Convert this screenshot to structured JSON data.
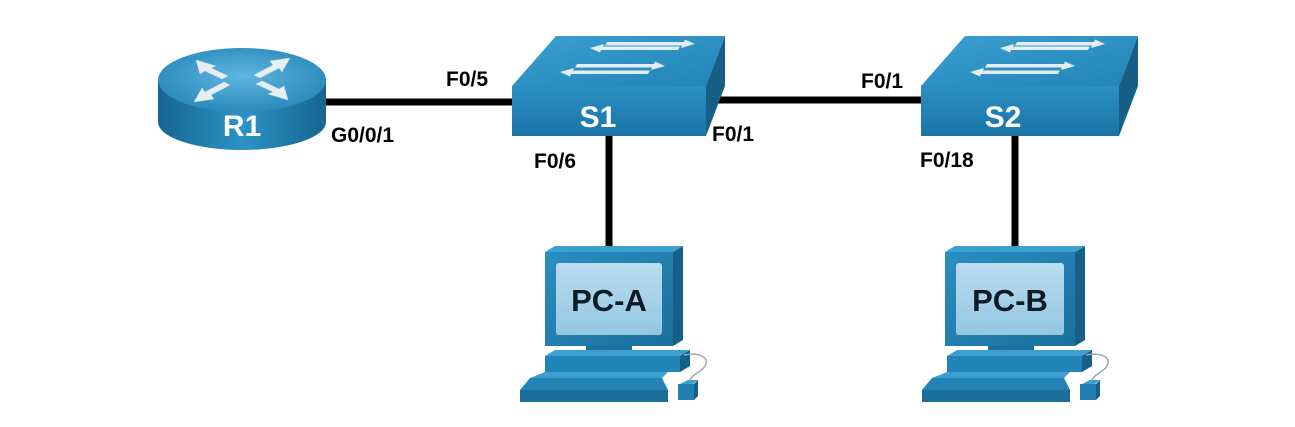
{
  "devices": {
    "r1": {
      "label": "R1"
    },
    "s1": {
      "label": "S1"
    },
    "s2": {
      "label": "S2"
    },
    "pca": {
      "label": "PC-A"
    },
    "pcb": {
      "label": "PC-B"
    }
  },
  "ports": {
    "r1_g001": "G0/0/1",
    "s1_f05": "F0/5",
    "s1_f01": "F0/1",
    "s1_f06": "F0/6",
    "s2_f01": "F0/1",
    "s2_f018": "F0/18"
  },
  "colors": {
    "link": "#000000",
    "device_top": "#2a8cbf",
    "device_side": "#1b6f9c",
    "device_front": "#1f7fb2",
    "screen": "#a9d3ea",
    "arrow": "#dce7ee"
  },
  "icons": [
    "router-icon",
    "switch-icon",
    "pc-icon"
  ]
}
